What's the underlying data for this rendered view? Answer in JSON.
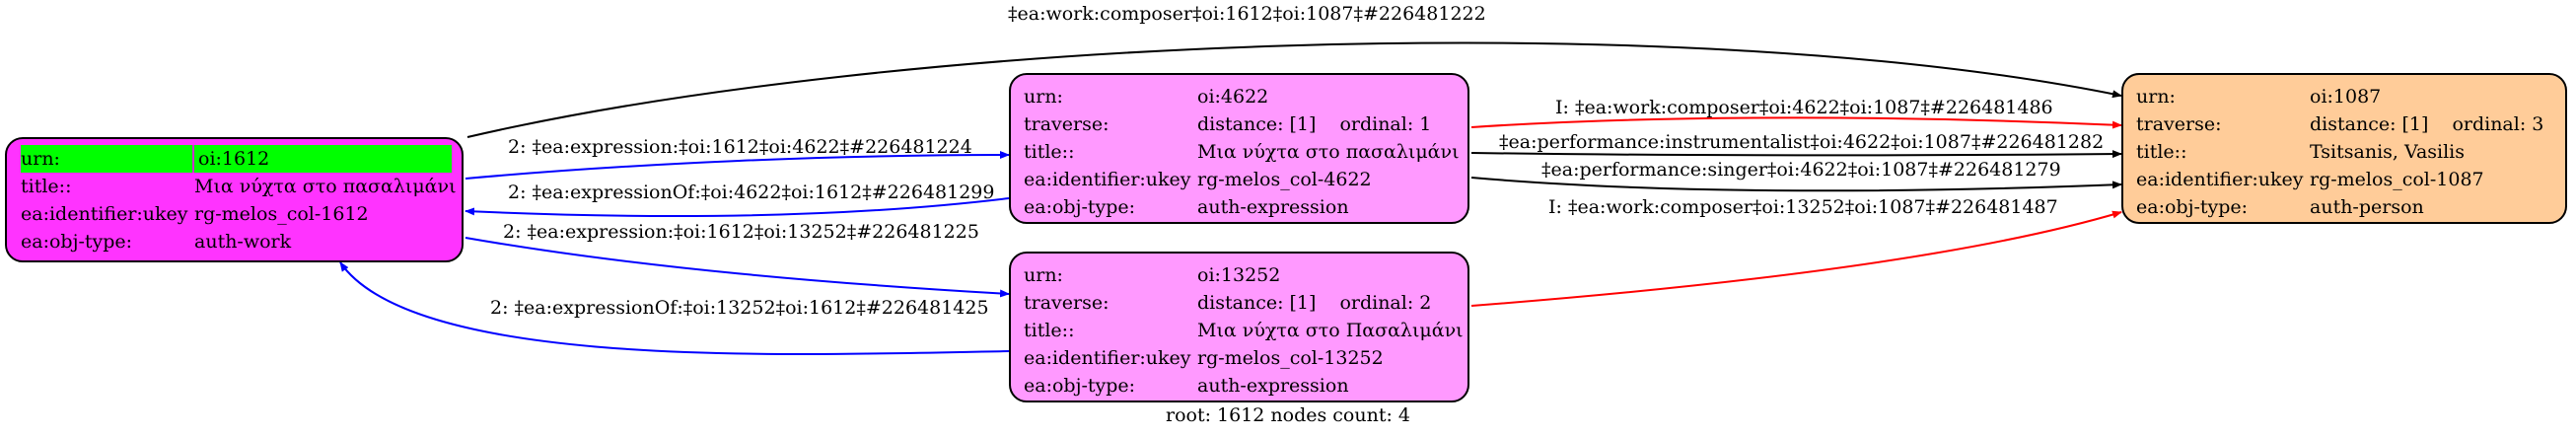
{
  "colors": {
    "work_node": "#ff33ff",
    "expression_node": "#ff99ff",
    "person_node": "#ffcc99",
    "highlight": "#00ff00",
    "edge_black": "#000000",
    "edge_blue": "#0000ff",
    "edge_red": "#ff0000"
  },
  "nodes": {
    "n1612": {
      "urn_key": "urn:",
      "urn_val": "oi:1612",
      "title_key": "title::",
      "title_val": "Μια νύχτα στο πασαλιμάνι",
      "ukey_key": "ea:identifier:ukey",
      "ukey_val": "rg-melos_col-1612",
      "type_key": "ea:obj-type:",
      "type_val": "auth-work"
    },
    "n4622": {
      "urn_key": "urn:",
      "urn_val": "oi:4622",
      "traverse_key": "traverse:",
      "traverse_val": "distance: [1]",
      "ordinal_val": "ordinal: 1",
      "title_key": "title::",
      "title_val": "Μια νύχτα στο πασαλιμάνι",
      "ukey_key": "ea:identifier:ukey",
      "ukey_val": "rg-melos_col-4622",
      "type_key": "ea:obj-type:",
      "type_val": "auth-expression"
    },
    "n13252": {
      "urn_key": "urn:",
      "urn_val": "oi:13252",
      "traverse_key": "traverse:",
      "traverse_val": "distance: [1]",
      "ordinal_val": "ordinal: 2",
      "title_key": "title::",
      "title_val": "Μια νύχτα στο Πασαλιμάνι",
      "ukey_key": "ea:identifier:ukey",
      "ukey_val": "rg-melos_col-13252",
      "type_key": "ea:obj-type:",
      "type_val": "auth-expression"
    },
    "n1087": {
      "urn_key": "urn:",
      "urn_val": "oi:1087",
      "traverse_key": "traverse:",
      "traverse_val": "distance: [1]",
      "ordinal_val": "ordinal: 3",
      "title_key": "title::",
      "title_val": "Tsitsanis, Vasilis",
      "ukey_key": "ea:identifier:ukey",
      "ukey_val": "rg-melos_col-1087",
      "type_key": "ea:obj-type:",
      "type_val": "auth-person"
    }
  },
  "edges": {
    "e1": "‡ea:work:composer‡oi:1612‡oi:1087‡#226481222",
    "e2": "2: ‡ea:expression:‡oi:1612‡oi:4622‡#226481224",
    "e3": "2: ‡ea:expressionOf:‡oi:4622‡oi:1612‡#226481299",
    "e4": "2: ‡ea:expression:‡oi:1612‡oi:13252‡#226481225",
    "e5": "2: ‡ea:expressionOf:‡oi:13252‡oi:1612‡#226481425",
    "e6": "I: ‡ea:work:composer‡oi:4622‡oi:1087‡#226481486",
    "e7": "‡ea:performance:instrumentalist‡oi:4622‡oi:1087‡#226481282",
    "e8": "‡ea:performance:singer‡oi:4622‡oi:1087‡#226481279",
    "e9": "I: ‡ea:work:composer‡oi:13252‡oi:1087‡#226481487"
  },
  "footer": "root: 1612 nodes count: 4"
}
